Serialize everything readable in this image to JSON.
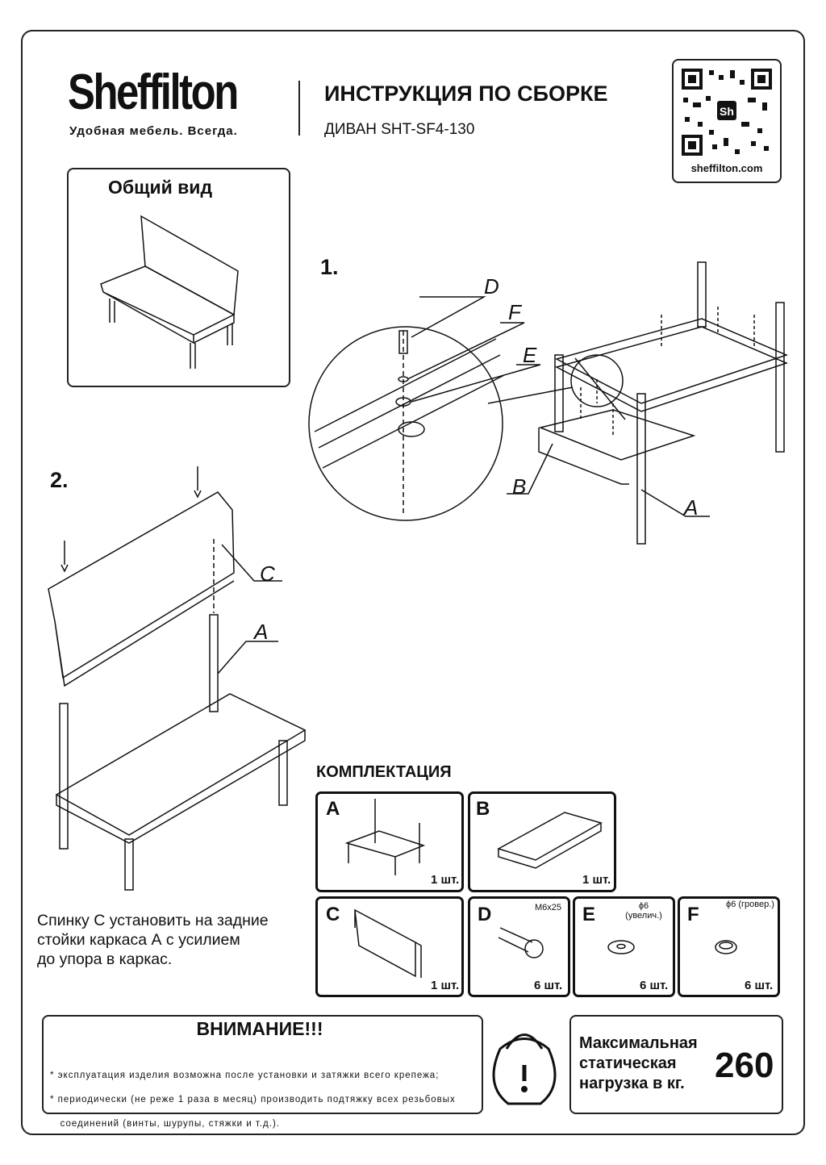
{
  "brand": {
    "name": "Sheffilton",
    "slogan": "Удобная мебель. Всегда.",
    "url": "sheffilton.com",
    "qr_mark": "Sh"
  },
  "header": {
    "title": "ИНСТРУКЦИЯ ПО СБОРКЕ",
    "subtitle": "ДИВАН SHT-SF4-130"
  },
  "overview": {
    "title": "Общий вид"
  },
  "step1": {
    "number": "1.",
    "labels": {
      "d": "D",
      "f": "F",
      "e": "E",
      "b": "B",
      "a": "A"
    }
  },
  "step2": {
    "number": "2.",
    "labels": {
      "c": "C",
      "a": "A"
    },
    "instruction": [
      "Спинку С установить на задние",
      "стойки каркаса А с усилием",
      "до упора в каркас."
    ]
  },
  "kit": {
    "title": "КОМПЛЕКТАЦИЯ",
    "parts": [
      {
        "letter": "A",
        "qty": "1 шт.",
        "spec": ""
      },
      {
        "letter": "B",
        "qty": "1 шт.",
        "spec": ""
      },
      {
        "letter": "C",
        "qty": "1 шт.",
        "spec": ""
      },
      {
        "letter": "D",
        "qty": "6 шт.",
        "spec": "М6х25"
      },
      {
        "letter": "E",
        "qty": "6 шт.",
        "spec": "ϕ6 (увелич.)"
      },
      {
        "letter": "F",
        "qty": "6 шт.",
        "spec": "ϕ6 (гровер.)"
      }
    ]
  },
  "warning": {
    "title": "ВНИМАНИЕ!!!",
    "lines": [
      "* эксплуатация изделия возможна после установки и затяжки всего крепежа;",
      "* периодически (не реже 1 раза в месяц) производить подтяжку всех резьбовых",
      "   соединений (винты, шурупы, стяжки и т.д.)."
    ]
  },
  "load": {
    "label": [
      "Максимальная",
      "статическая",
      "нагрузка в кг."
    ],
    "value": "260"
  }
}
